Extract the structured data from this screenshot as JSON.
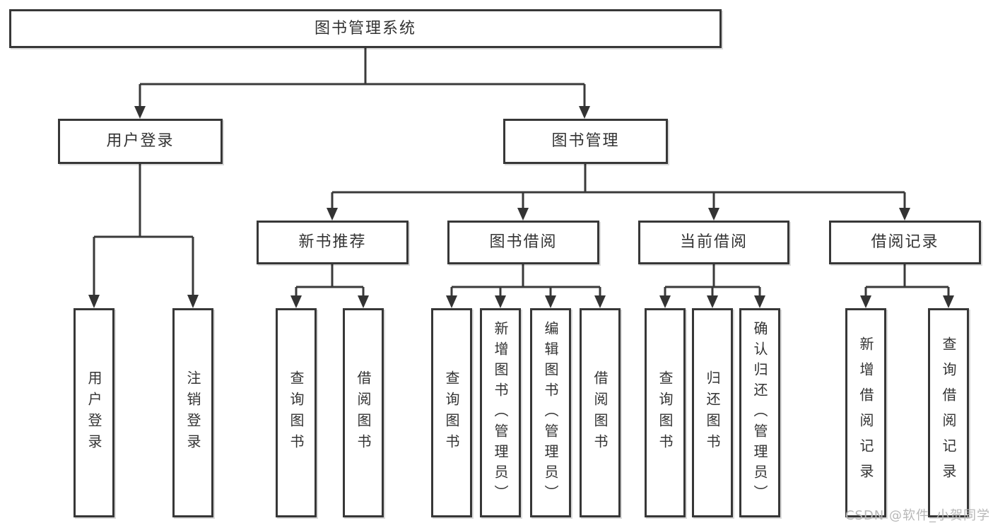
{
  "tree": {
    "label": "图书管理系统",
    "children": [
      {
        "label": "用户登录",
        "children": [
          {
            "label": "用户登录"
          },
          {
            "label": "注销登录"
          }
        ]
      },
      {
        "label": "图书管理",
        "children": [
          {
            "label": "新书推荐",
            "children": [
              {
                "label": "查询图书"
              },
              {
                "label": "借阅图书"
              }
            ]
          },
          {
            "label": "图书借阅",
            "children": [
              {
                "label": "查询图书"
              },
              {
                "label": "新增图书（管理员）"
              },
              {
                "label": "编辑图书（管理员）"
              },
              {
                "label": "借阅图书"
              }
            ]
          },
          {
            "label": "当前借阅",
            "children": [
              {
                "label": "查询图书"
              },
              {
                "label": "归还图书"
              },
              {
                "label": "确认归还（管理员）"
              }
            ]
          },
          {
            "label": "借阅记录",
            "children": [
              {
                "label": "新增借阅记录"
              },
              {
                "label": "查询借阅记录"
              }
            ]
          }
        ]
      }
    ]
  },
  "watermark": {
    "text": "CSDN @软件_小贺同学"
  },
  "colors": {
    "line": "#3a3a3a",
    "border": "#373737",
    "text": "#333333",
    "watermark": "#b7b7b7",
    "background": "#ffffff"
  }
}
